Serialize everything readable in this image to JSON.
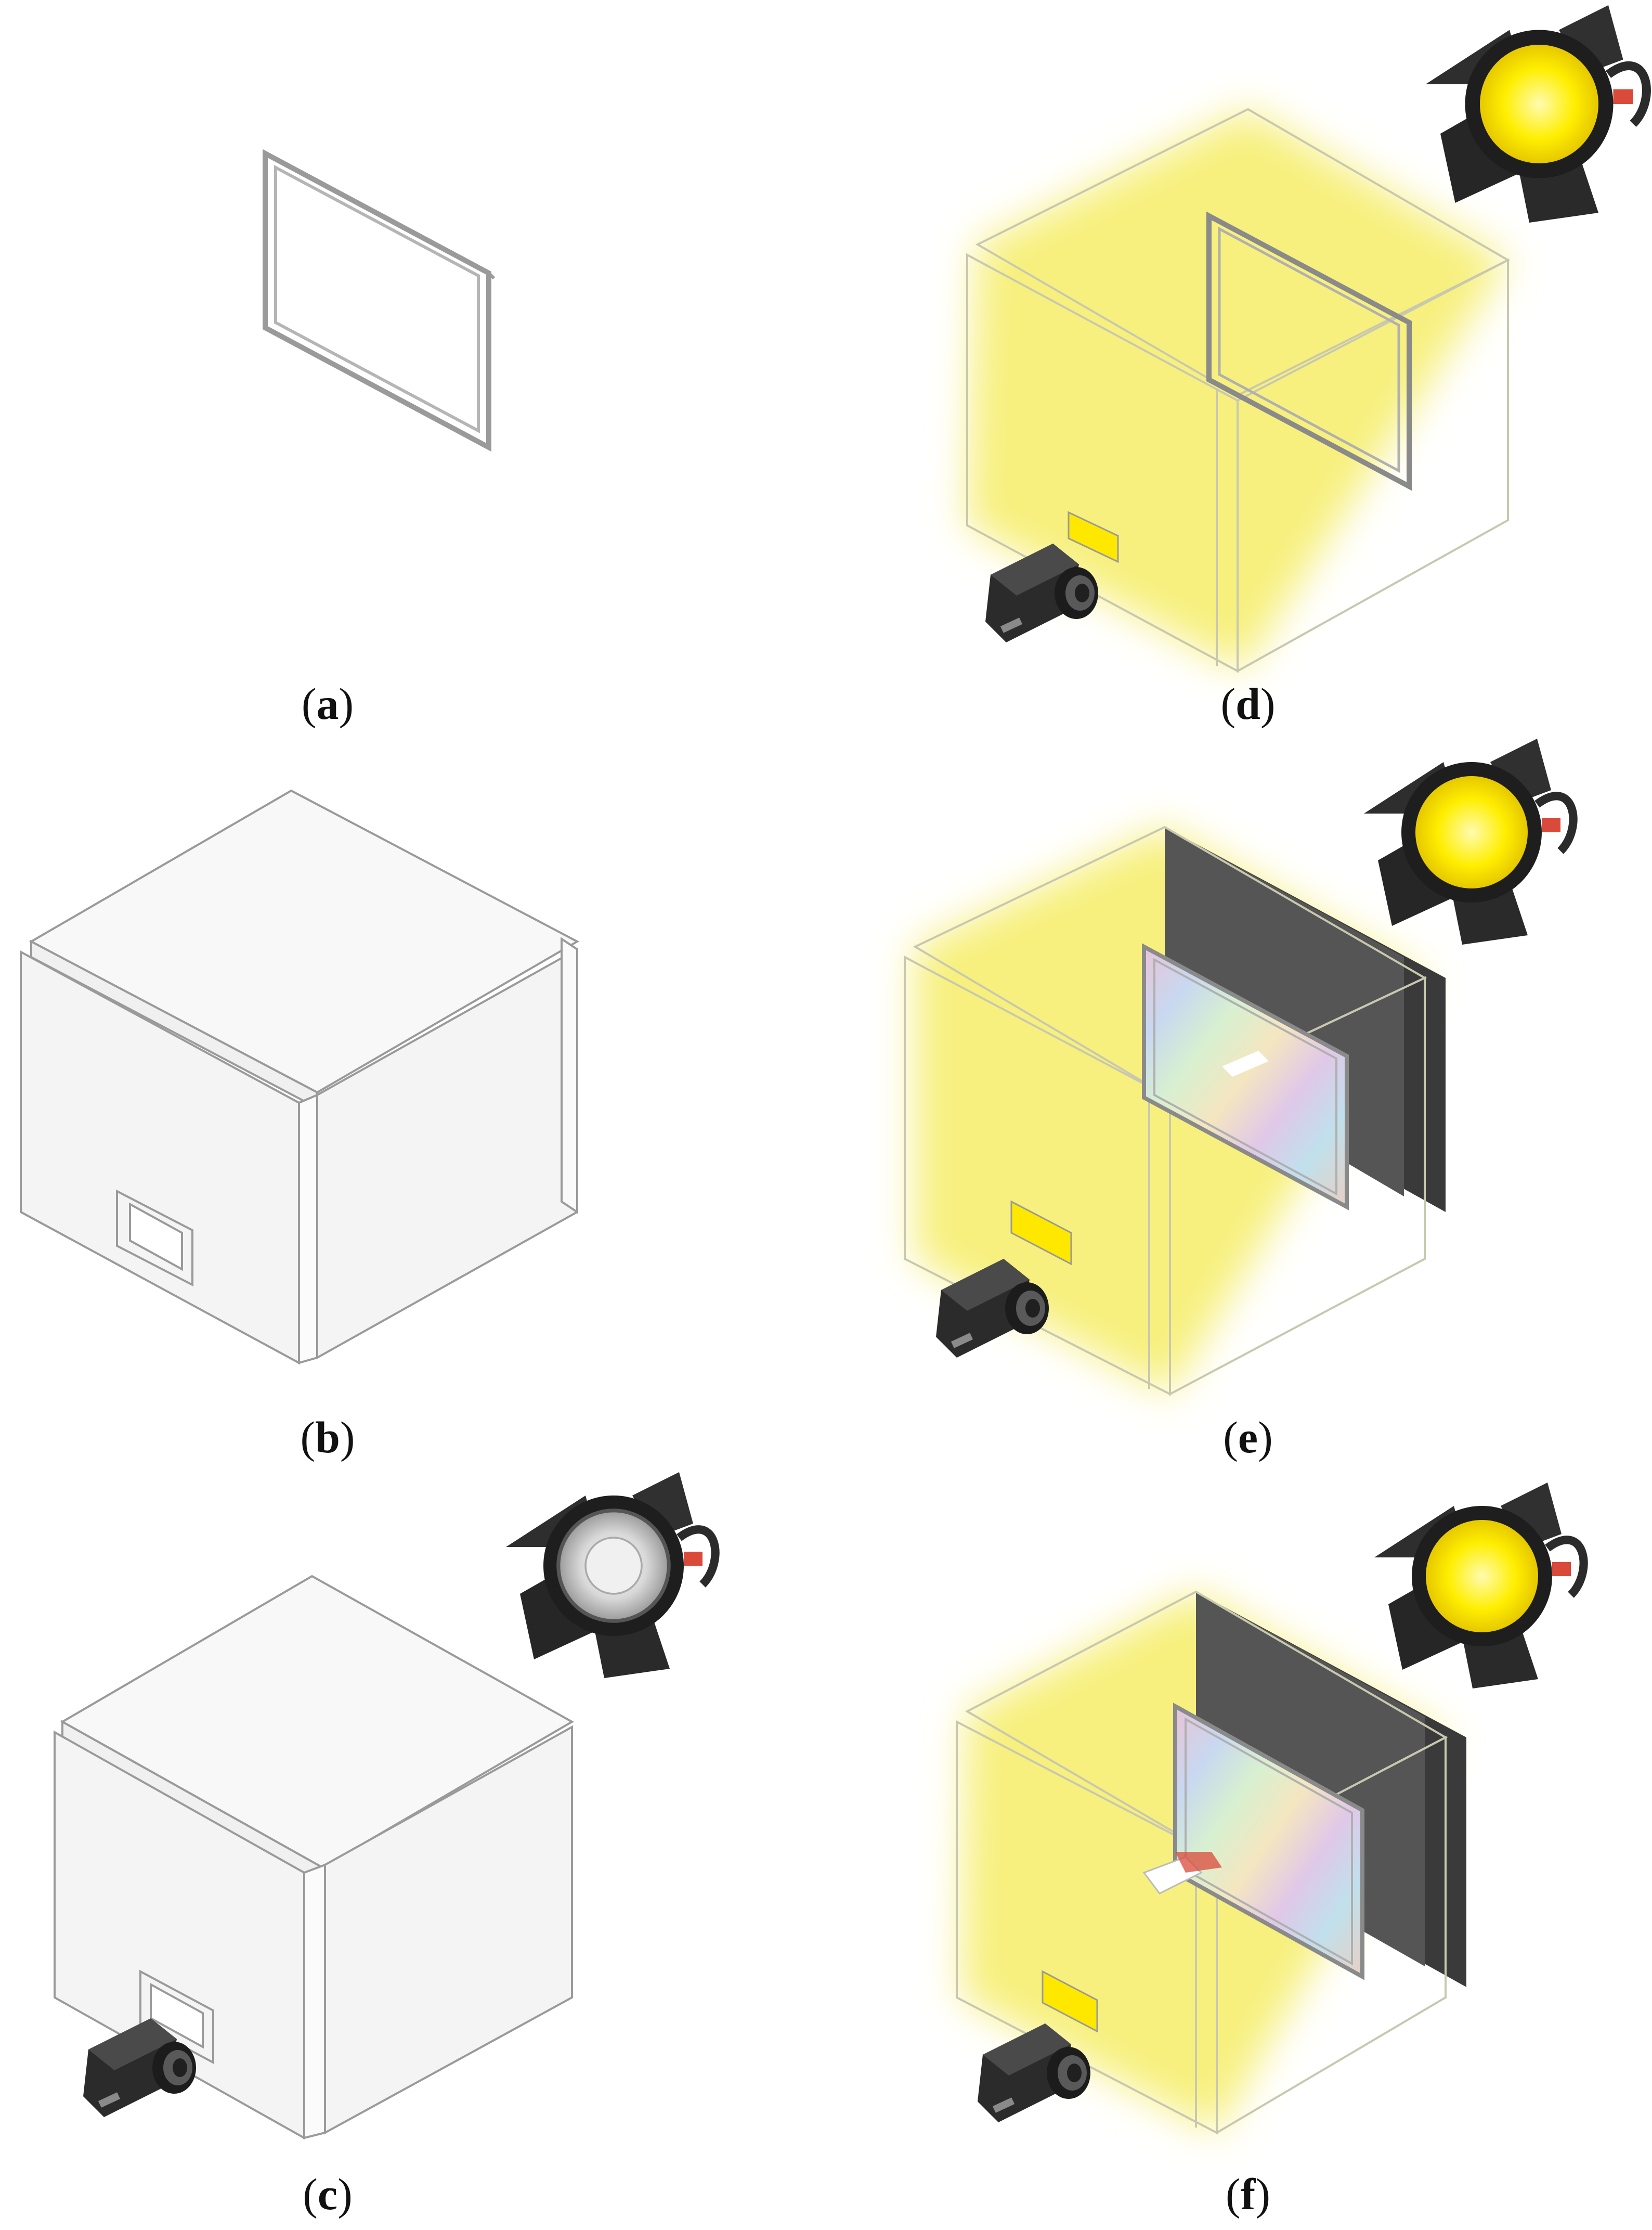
{
  "figure": {
    "panels": [
      {
        "id": "a",
        "label": "a"
      },
      {
        "id": "d",
        "label": "d"
      },
      {
        "id": "b",
        "label": "b"
      },
      {
        "id": "e",
        "label": "e"
      },
      {
        "id": "c",
        "label": "c"
      },
      {
        "id": "f",
        "label": "f"
      }
    ]
  },
  "colors": {
    "stroke": "#9a9a9a",
    "box_fill": "#f4f4f4",
    "box_top": "#f8f8f8",
    "glow": "#f6ee70",
    "glow_core": "#fff36b",
    "black_panel": "#3a3a3a",
    "camera_body": "#2b2b2b",
    "lamp_body": "#2e2e2e",
    "lamp_lit": "#ffee00",
    "lamp_off": "#e6e6e6",
    "accent_red": "#d94a3a"
  },
  "icons": [
    "camera-icon",
    "spotlight-icon",
    "diffraction-grating-icon",
    "sample-frame-icon"
  ]
}
